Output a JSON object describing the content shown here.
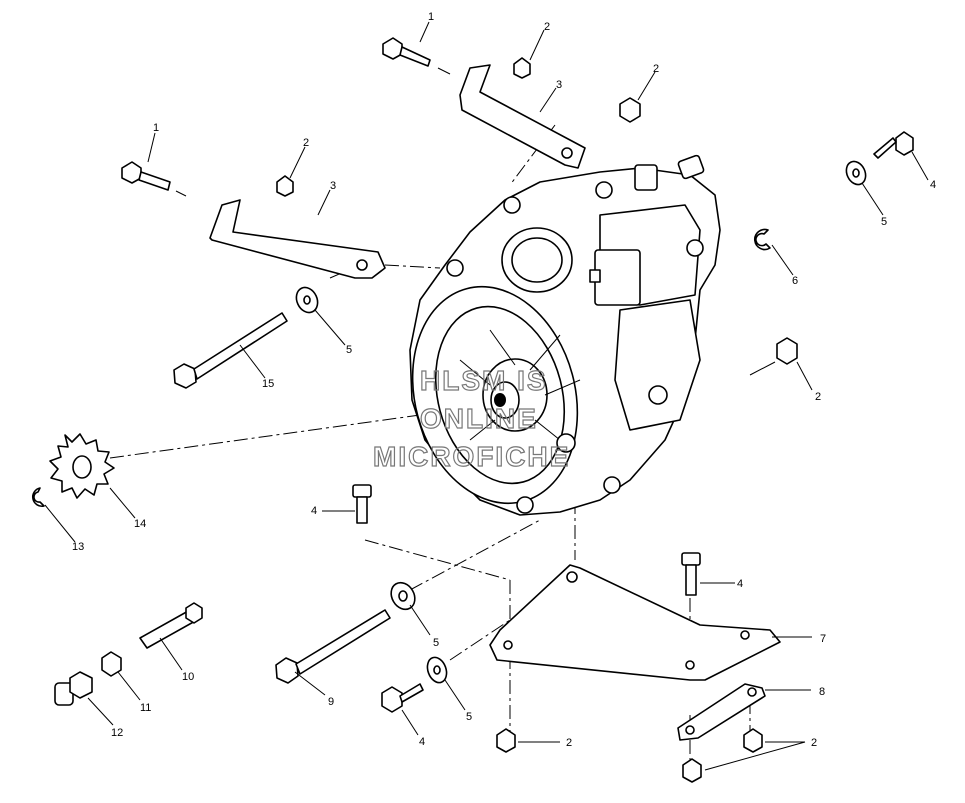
{
  "diagram": {
    "callouts": [
      {
        "id": "c1a",
        "text": "1"
      },
      {
        "id": "c1b",
        "text": "1"
      },
      {
        "id": "c2a",
        "text": "2"
      },
      {
        "id": "c2b",
        "text": "2"
      },
      {
        "id": "c2c",
        "text": "2"
      },
      {
        "id": "c2d",
        "text": "2"
      },
      {
        "id": "c2e",
        "text": "2"
      },
      {
        "id": "c2f",
        "text": "2"
      },
      {
        "id": "c3a",
        "text": "3"
      },
      {
        "id": "c3b",
        "text": "3"
      },
      {
        "id": "c4a",
        "text": "4"
      },
      {
        "id": "c4b",
        "text": "4"
      },
      {
        "id": "c4c",
        "text": "4"
      },
      {
        "id": "c4d",
        "text": "4"
      },
      {
        "id": "c5a",
        "text": "5"
      },
      {
        "id": "c5b",
        "text": "5"
      },
      {
        "id": "c5c",
        "text": "5"
      },
      {
        "id": "c5d",
        "text": "5"
      },
      {
        "id": "c6",
        "text": "6"
      },
      {
        "id": "c7",
        "text": "7"
      },
      {
        "id": "c8",
        "text": "8"
      },
      {
        "id": "c9",
        "text": "9"
      },
      {
        "id": "c10",
        "text": "10"
      },
      {
        "id": "c11",
        "text": "11"
      },
      {
        "id": "c12",
        "text": "12"
      },
      {
        "id": "c13",
        "text": "13"
      },
      {
        "id": "c14",
        "text": "14"
      },
      {
        "id": "c15",
        "text": "15"
      }
    ],
    "watermark": [
      "HLSM IS",
      "ONLINE",
      "MICROFICHE"
    ]
  }
}
